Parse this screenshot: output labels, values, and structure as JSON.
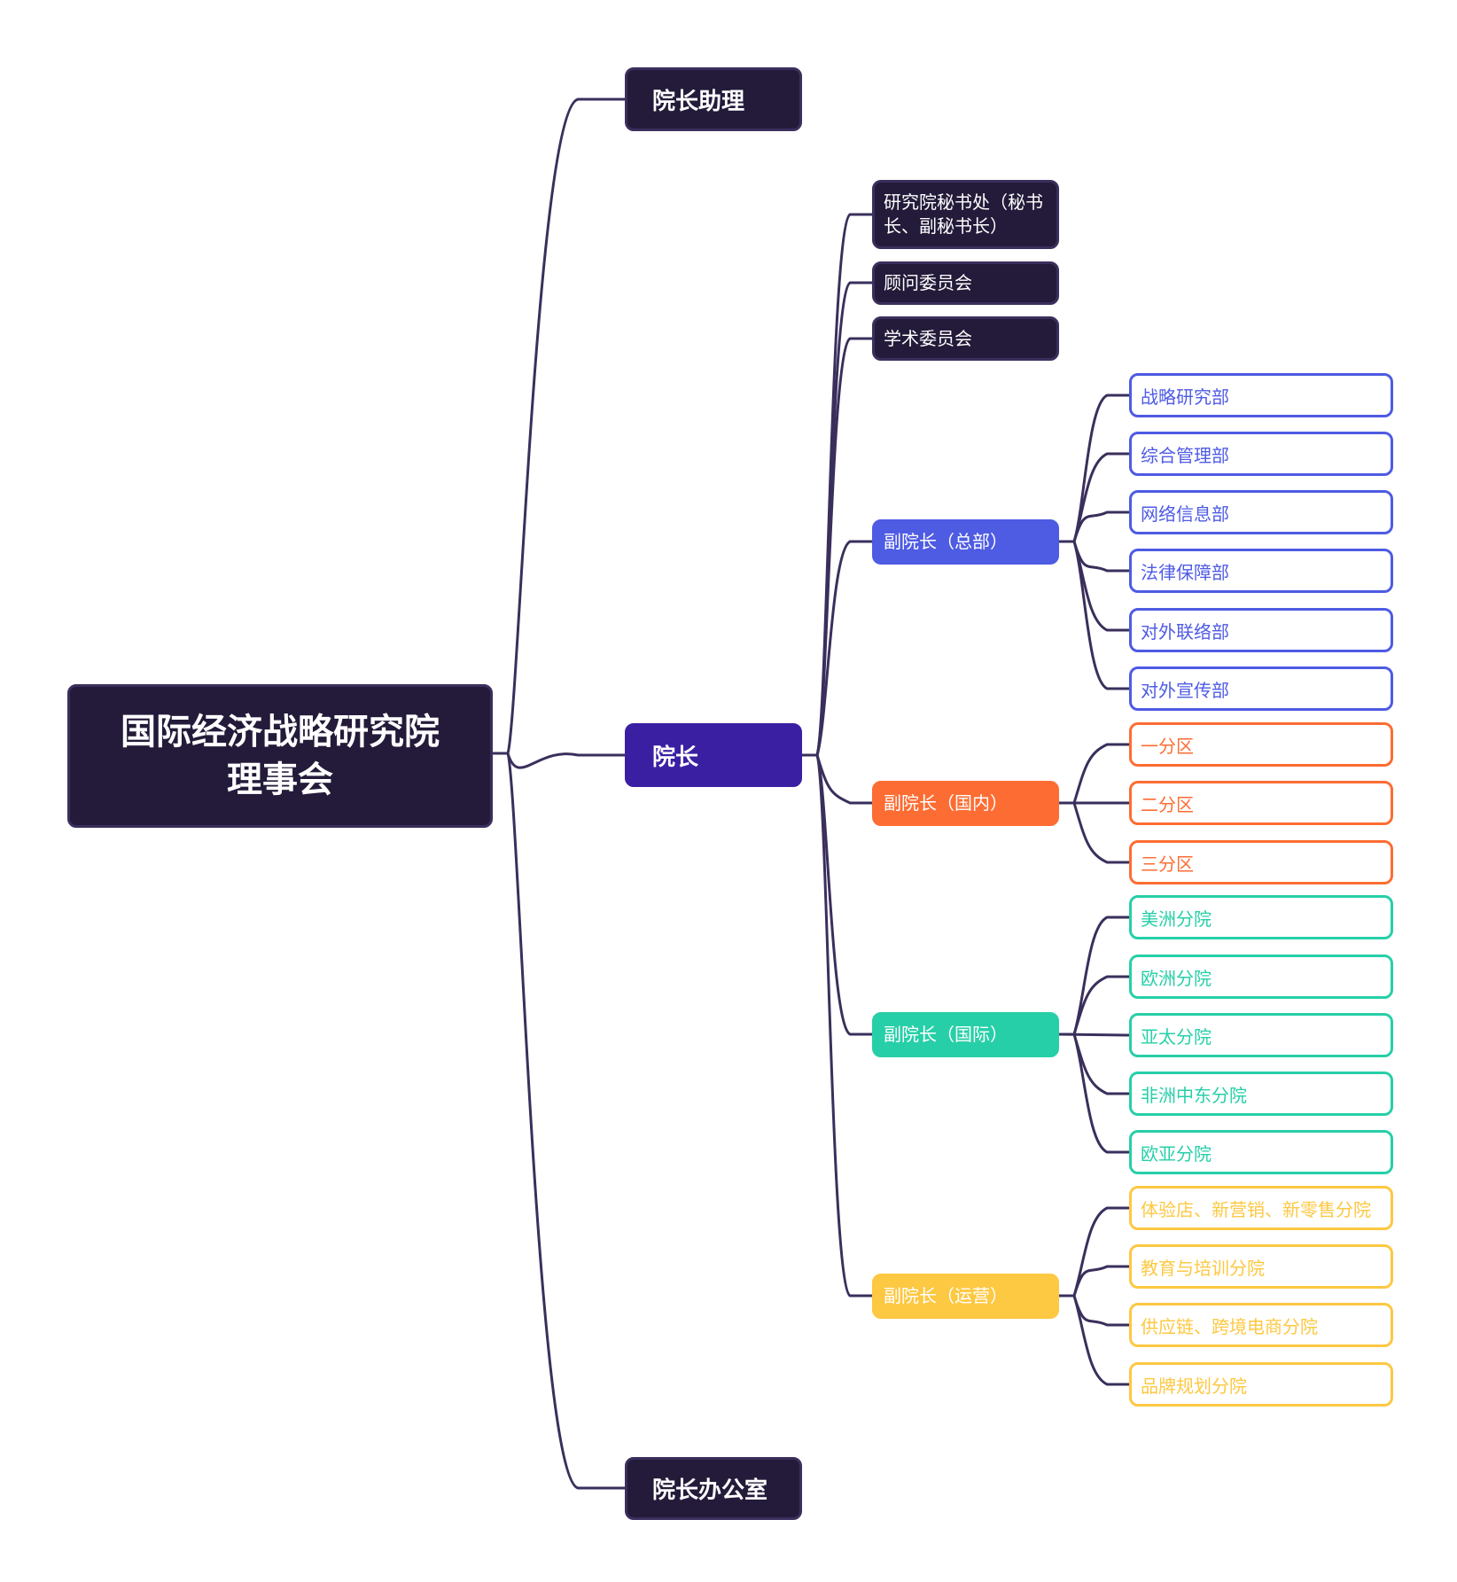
{
  "colors": {
    "dark": "#241b3a",
    "main": "#3b1fa3",
    "line": "#3a2f5c",
    "hq": "#4e5be3",
    "domestic": "#fd6d33",
    "intl": "#27cfa8",
    "ops": "#fdc842"
  },
  "root": {
    "label": "国际经济战略研究院理事会",
    "line1": "国际经济战略研究院",
    "line2": "理事会"
  },
  "level1": {
    "assistant": "院长助理",
    "president": "院长",
    "office": "院长办公室"
  },
  "president_children": {
    "secretariat": "研究院秘书处（秘书长、副秘书长）",
    "advisory": "顾问委员会",
    "academic": "学术委员会",
    "vp_hq": {
      "label": "副院长（总部）",
      "items": [
        "战略研究部",
        "综合管理部",
        "网络信息部",
        "法律保障部",
        "对外联络部",
        "对外宣传部"
      ]
    },
    "vp_domestic": {
      "label": "副院长（国内）",
      "items": [
        "一分区",
        "二分区",
        "三分区"
      ]
    },
    "vp_intl": {
      "label": "副院长（国际）",
      "items": [
        "美洲分院",
        "欧洲分院",
        "亚太分院",
        "非洲中东分院",
        "欧亚分院"
      ]
    },
    "vp_ops": {
      "label": "副院长（运营）",
      "items": [
        "体验店、新营销、新零售分院",
        "教育与培训分院",
        "供应链、跨境电商分院",
        "品牌规划分院"
      ]
    }
  }
}
